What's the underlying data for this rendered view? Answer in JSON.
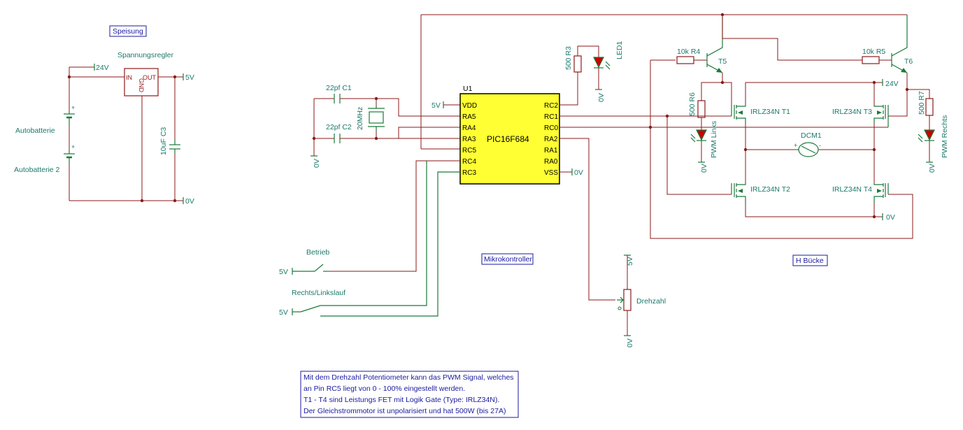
{
  "sections": {
    "power": "Speisung",
    "controller": "Mikrokontroller",
    "bridge": "H Bücke"
  },
  "power": {
    "regulator": "Spannungsregler",
    "pin_in": "IN",
    "pin_out": "OUT",
    "pin_gnd": "GND",
    "v24": "24V",
    "v5": "5V",
    "v0": "0V",
    "battery1": "Autobatterie",
    "battery2": "Autobatterie 2",
    "cap": "10uF C3"
  },
  "mcu": {
    "ref": "U1",
    "part": "PIC16F684",
    "left_pins": [
      "VDD",
      "RA5",
      "RA4",
      "RA3",
      "RC5",
      "RC4",
      "RC3"
    ],
    "right_pins": [
      "RC2",
      "RC1",
      "RC0",
      "RA2",
      "RA1",
      "RA0",
      "VSS"
    ],
    "vdd_label": "5V",
    "vss_label": "0V"
  },
  "oscillator": {
    "c1": "22pf C1",
    "c2": "22pf C2",
    "crystal": "20MHz",
    "gnd": "0V"
  },
  "led1": {
    "resistor": "500 R3",
    "led": "LED1",
    "gnd": "0V"
  },
  "inputs": {
    "betrieb": "Betrieb",
    "richtung": "Rechts/Linkslauf",
    "v5a": "5V",
    "v5b": "5V"
  },
  "pot": {
    "name": "Drehzahl",
    "top": "5V",
    "bottom": "0V"
  },
  "bridge": {
    "r4": "10k R4",
    "r5": "10k R5",
    "t5": "T5",
    "t6": "T6",
    "r6": "500 R6",
    "r7": "500 R7",
    "pwm_l": "PWM Links",
    "pwm_r": "PWM Rechts",
    "gnd_l": "0V",
    "gnd_r": "0V",
    "v24": "24V",
    "t1": "IRLZ34N T1",
    "t2": "IRLZ34N T2",
    "t3": "IRLZ34N T3",
    "t4": "IRLZ34N T4",
    "motor": "DCM1",
    "plus": "+",
    "minus": "-",
    "gnd_bottom": "0V"
  },
  "note": [
    "Mit dem Drehzahl Potentiometer kann das PWM Signal, welches",
    "an Pin RC5 liegt von 0 - 100% eingestellt werden.",
    "T1 - T4 sind Leistungs FET mit Logik Gate (Type: IRLZ34N).",
    "Der Gleichstrommotor ist unpolarisiert und hat 500W (bis 27A)"
  ]
}
